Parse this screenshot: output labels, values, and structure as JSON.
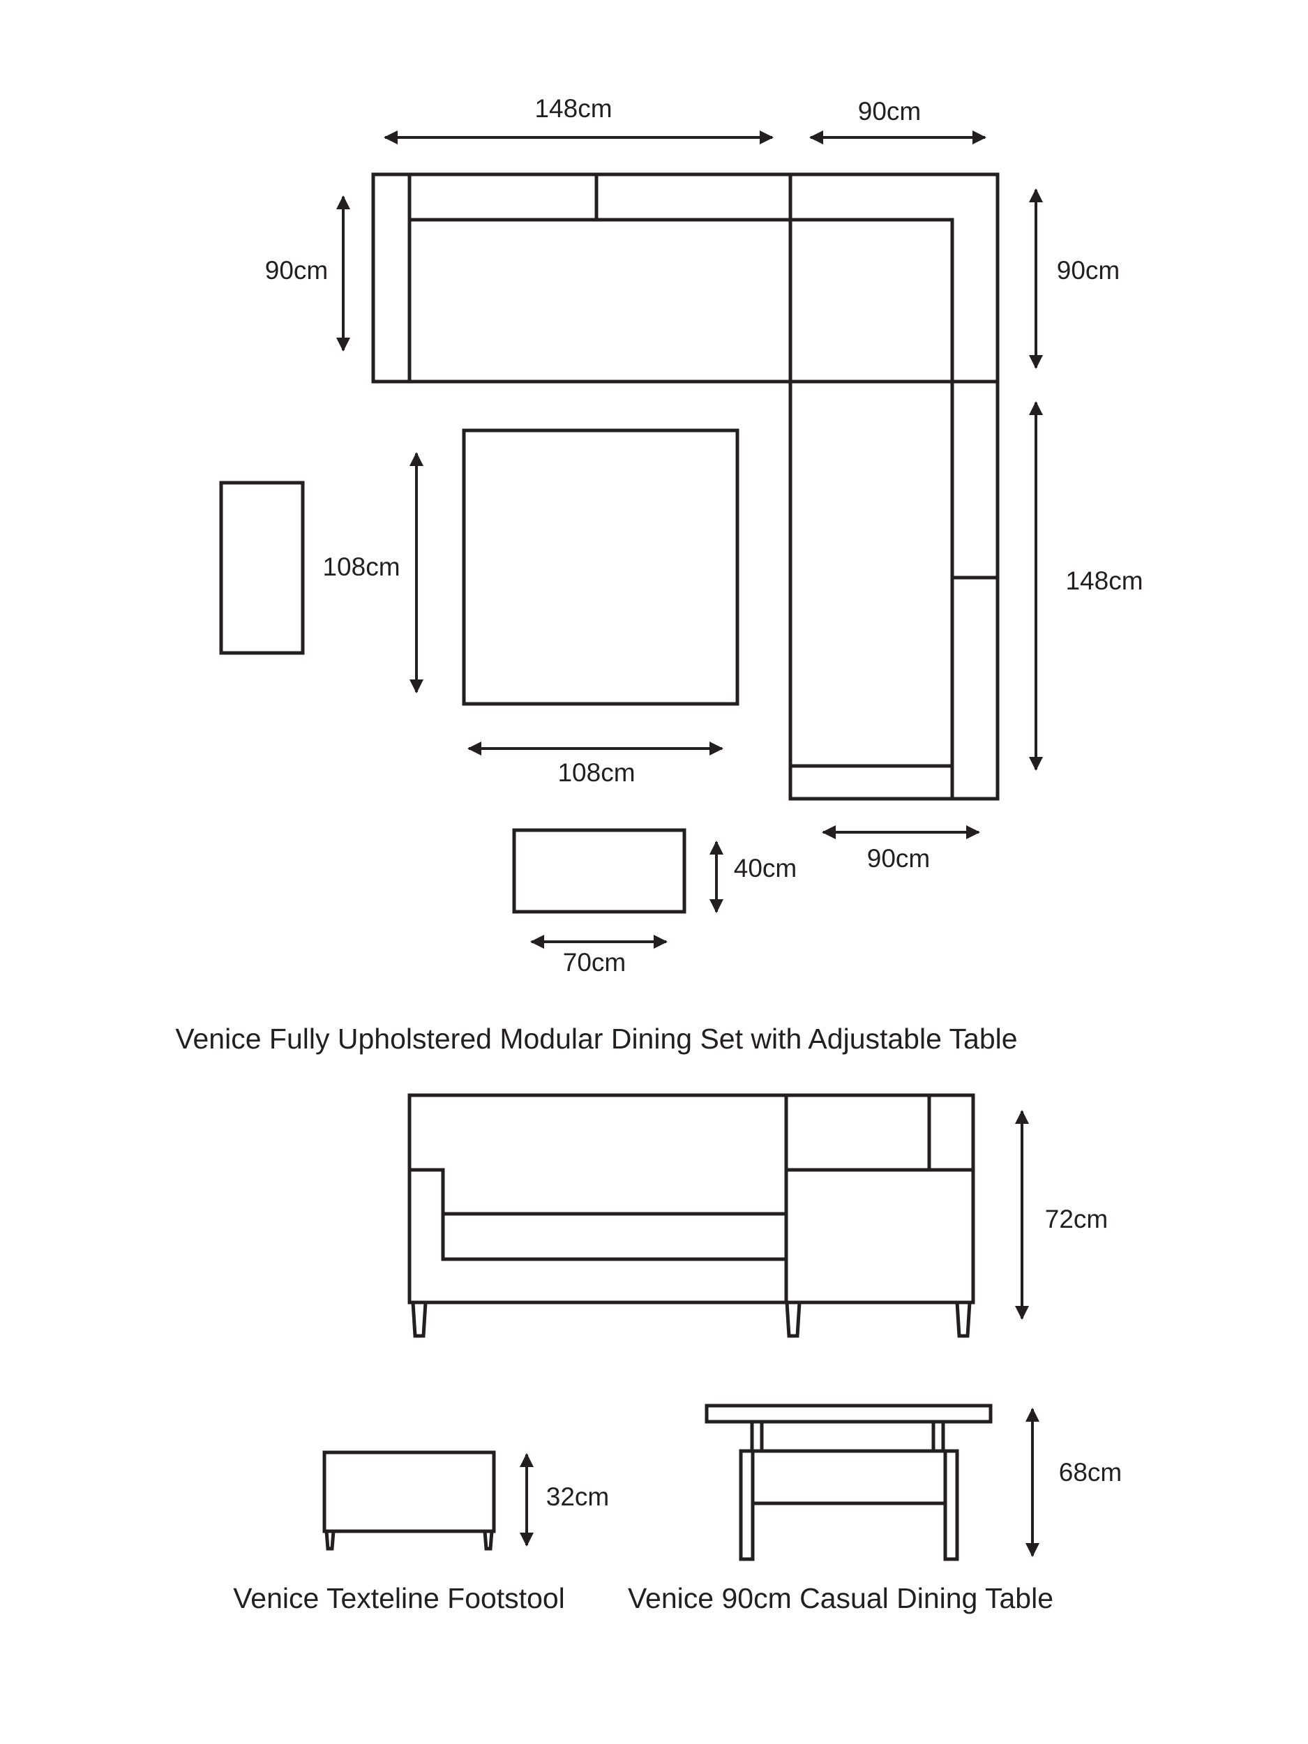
{
  "plan": {
    "sofa_width": "148cm",
    "corner_width": "90cm",
    "sofa_depth_left": "90cm",
    "corner_depth_right": "90cm",
    "table_depth": "108cm",
    "table_width": "108cm",
    "side_length": "148cm",
    "side_width": "90cm",
    "stool_depth": "40cm",
    "stool_width": "70cm"
  },
  "captions": {
    "set": "Venice Fully Upholstered Modular Dining Set with Adjustable Table",
    "footstool": "Venice Texteline Footstool",
    "table": "Venice 90cm Casual Dining Table"
  },
  "elevations": {
    "sofa_height": "72cm",
    "footstool_height": "32cm",
    "table_height": "68cm"
  }
}
